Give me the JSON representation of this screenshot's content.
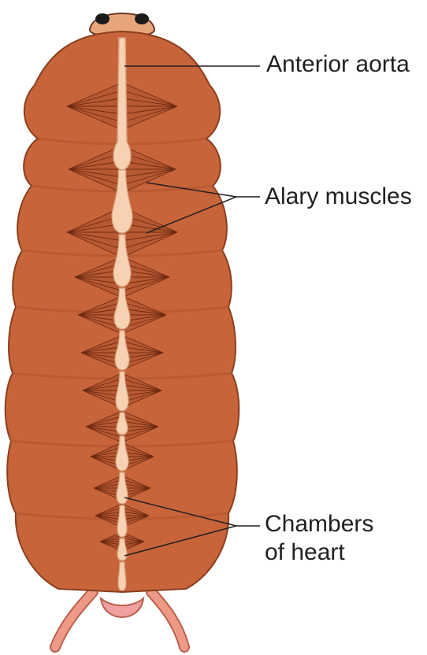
{
  "labels": {
    "anterior_aorta": "Anterior aorta",
    "alary_muscles": "Alary muscles",
    "chambers_line1": "Chambers",
    "chambers_line2": "of heart"
  },
  "colors": {
    "body": "#c8643a",
    "body_outline": "#8a3f1e",
    "muscle": "#6e2a12",
    "heart": "#f6d2b2",
    "leader_line": "#231f20",
    "head": "#e8a57c",
    "cerci": "#e78c7c"
  }
}
